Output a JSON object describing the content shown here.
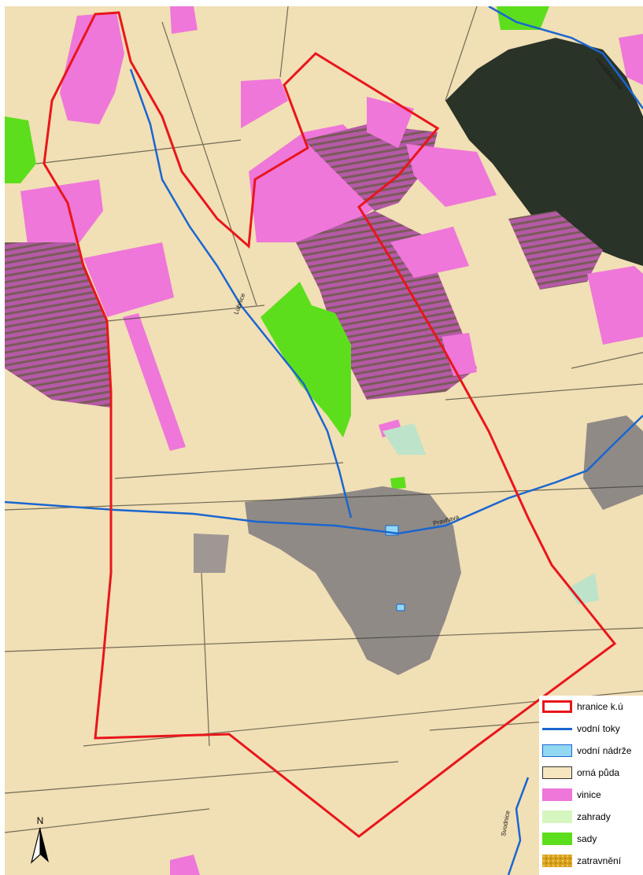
{
  "map": {
    "streams": [
      "Lubňice",
      "Pravňava",
      "Hendlánoutka",
      "Svodnice"
    ],
    "north_label": "N"
  },
  "legend": {
    "items": [
      {
        "label": "hranice k.ú",
        "kind": "boundary",
        "color": "#e8161b"
      },
      {
        "label": "vodní toky",
        "kind": "line",
        "color": "#1a66d0"
      },
      {
        "label": "vodní nádrže",
        "kind": "fill",
        "color": "#92d8f2"
      },
      {
        "label": "orná půda",
        "kind": "fill",
        "color": "#f6e6bf"
      },
      {
        "label": "vinice",
        "kind": "fill",
        "color": "#ee77d9"
      },
      {
        "label": "zahrady",
        "kind": "fill",
        "color": "#d5f6bf"
      },
      {
        "label": "sady",
        "kind": "fill",
        "color": "#5dde1c"
      },
      {
        "label": "zatravnění",
        "kind": "pattern",
        "color": "#d9a21c"
      }
    ]
  }
}
